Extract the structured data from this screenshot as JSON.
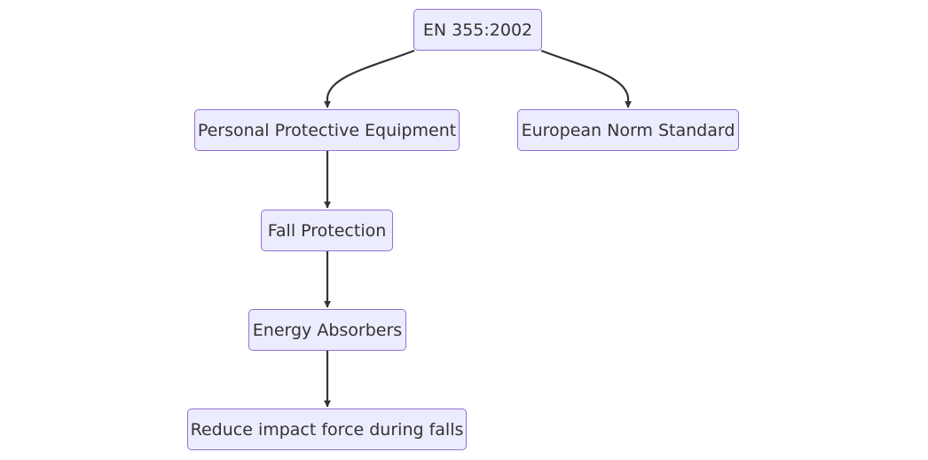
{
  "diagram": {
    "type": "flowchart",
    "direction": "top-down",
    "colors": {
      "node_fill": "#ececff",
      "node_border": "#9370db",
      "text": "#333333",
      "edge": "#333333"
    },
    "nodes": {
      "root": {
        "label": "EN 355:2002"
      },
      "ppe": {
        "label": "Personal Protective Equipment"
      },
      "european_norm": {
        "label": "European Norm Standard"
      },
      "fall_protection": {
        "label": "Fall Protection"
      },
      "energy_absorbers": {
        "label": "Energy Absorbers"
      },
      "reduce_force": {
        "label": "Reduce impact force during falls"
      }
    },
    "edges": [
      {
        "from": "root",
        "to": "ppe"
      },
      {
        "from": "root",
        "to": "european_norm"
      },
      {
        "from": "ppe",
        "to": "fall_protection"
      },
      {
        "from": "fall_protection",
        "to": "energy_absorbers"
      },
      {
        "from": "energy_absorbers",
        "to": "reduce_force"
      }
    ]
  }
}
